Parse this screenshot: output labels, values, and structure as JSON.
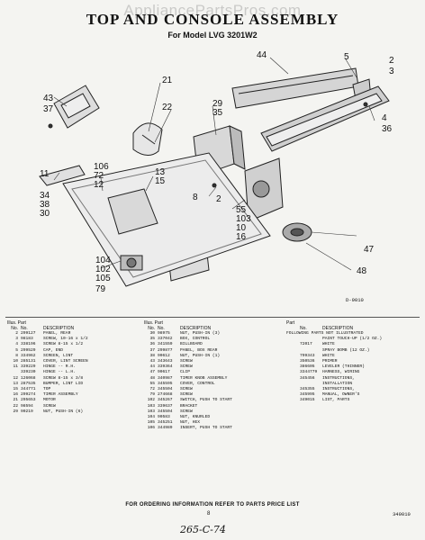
{
  "watermark": "AppliancePartsPros.com",
  "title": "TOP AND CONSOLE ASSEMBLY",
  "subtitle": "For Model LVG 3201W2",
  "diagram_code": "D-9010",
  "callouts": [
    "44",
    "5",
    "2",
    "3",
    "21",
    "43",
    "37",
    "22",
    "29",
    "35",
    "4",
    "36",
    "11",
    "106",
    "72",
    "12",
    "13",
    "15",
    "34",
    "38",
    "30",
    "2",
    "55",
    "103",
    "10",
    "16",
    "47",
    "104",
    "102",
    "105",
    "79",
    "8",
    "48"
  ],
  "columns": [
    {
      "header": {
        "illus": "Illus. Part",
        "no": "No.",
        "part": "No.",
        "desc": "DESCRIPTION"
      },
      "rows": [
        {
          "n": "2",
          "p": "299127",
          "d": "PANEL, REAR"
        },
        {
          "n": "3",
          "p": "98183",
          "d": "SCREW, 10-16 x 1/2"
        },
        {
          "n": "4",
          "p": "338196",
          "d": "SCREW 8-15 x 1/2"
        },
        {
          "n": "5",
          "p": "299529",
          "d": "CAP, END"
        },
        {
          "n": "8",
          "p": "334962",
          "d": "SCREEN, LINT"
        },
        {
          "n": "10",
          "p": "285131",
          "d": "COVER, LINT SCREEN"
        },
        {
          "n": "11",
          "p": "339229",
          "d": "HINGE -- R.H."
        },
        {
          "n": "",
          "p": "339230",
          "d": "HINGE -- L.H."
        },
        {
          "n": "12",
          "p": "126068",
          "d": "SCREW 8-15 x 3/8"
        },
        {
          "n": "13",
          "p": "287535",
          "d": "BUMPER, LINT LID"
        },
        {
          "n": "15",
          "p": "344771",
          "d": "TOP"
        },
        {
          "n": "16",
          "p": "299274",
          "d": "TIMER ASSEMBLY"
        },
        {
          "n": "21",
          "p": "295653",
          "d": "MOTOR"
        },
        {
          "n": "22",
          "p": "98594",
          "d": "SCREW"
        },
        {
          "n": "29",
          "p": "90219",
          "d": "NUT, PUSH-IN (6)"
        }
      ]
    },
    {
      "header": {
        "illus": "Illus. Part",
        "no": "No.",
        "part": "No.",
        "desc": "DESCRIPTION"
      },
      "rows": [
        {
          "n": "30",
          "p": "98975",
          "d": "NUT, PUSH-IN (3)"
        },
        {
          "n": "35",
          "p": "337042",
          "d": "BOX, CONTROL"
        },
        {
          "n": "36",
          "p": "341559",
          "d": "BILLBOARD"
        },
        {
          "n": "37",
          "p": "299877",
          "d": "PANEL, BOX REAR"
        },
        {
          "n": "38",
          "p": "90612",
          "d": "NUT, PUSH-IN (1)"
        },
        {
          "n": "43",
          "p": "343643",
          "d": "SCREW"
        },
        {
          "n": "44",
          "p": "339364",
          "d": "SCREW"
        },
        {
          "n": "47",
          "p": "90617",
          "d": "CLIP"
        },
        {
          "n": "48",
          "p": "340987",
          "d": "TIMER KNOB ASSEMBLY"
        },
        {
          "n": "55",
          "p": "345595",
          "d": "COVER, CONTROL"
        },
        {
          "n": "72",
          "p": "345504",
          "d": "SCREW"
        },
        {
          "n": "79",
          "p": "274668",
          "d": "SCREW"
        },
        {
          "n": "102",
          "p": "345267",
          "d": "SWITCH, PUSH TO START"
        },
        {
          "n": "103",
          "p": "339637",
          "d": "BRACKET"
        },
        {
          "n": "103",
          "p": "345504",
          "d": "SCREW"
        },
        {
          "n": "104",
          "p": "90583",
          "d": "NUT, KNURLED"
        },
        {
          "n": "105",
          "p": "345251",
          "d": "NUT, HEX"
        },
        {
          "n": "106",
          "p": "344989",
          "d": "INSERT, PUSH TO START"
        }
      ]
    },
    {
      "header": {
        "illus": "Part",
        "no": "",
        "part": "No.",
        "desc": "DESCRIPTION"
      },
      "note": "FOLLOWING PARTS NOT ILLUSTRATED",
      "rows": [
        {
          "n": "",
          "p": "",
          "d": "PAINT TOUCH-UP (1/2 OZ.)"
        },
        {
          "n": "",
          "p": "72017",
          "d": "WHITE"
        },
        {
          "n": "",
          "p": "",
          "d": "SPRAY BOMB (12 OZ.)"
        },
        {
          "n": "",
          "p": "799343",
          "d": "WHITE"
        },
        {
          "n": "",
          "p": "350536",
          "d": "PRIMER"
        },
        {
          "n": "",
          "p": "386605",
          "d": "LEVELER (THINNER)"
        },
        {
          "n": "",
          "p": "3344779",
          "d": "HARNESS, WIRING"
        },
        {
          "n": "",
          "p": "345456",
          "d": "INSTRUCTIONS,"
        },
        {
          "n": "",
          "p": "",
          "d": "INSTALLATION"
        },
        {
          "n": "",
          "p": "345355",
          "d": "INSTRUCTIONS,"
        },
        {
          "n": "",
          "p": "345995",
          "d": "MANUAL, OWNER'S"
        },
        {
          "n": "",
          "p": "349015",
          "d": "LIST, PARTS"
        }
      ]
    }
  ],
  "footer": {
    "ordering": "FOR ORDERING INFORMATION REFER TO PARTS PRICE LIST",
    "page": "8",
    "page_id": "349010",
    "handwritten": "265-C-74"
  }
}
